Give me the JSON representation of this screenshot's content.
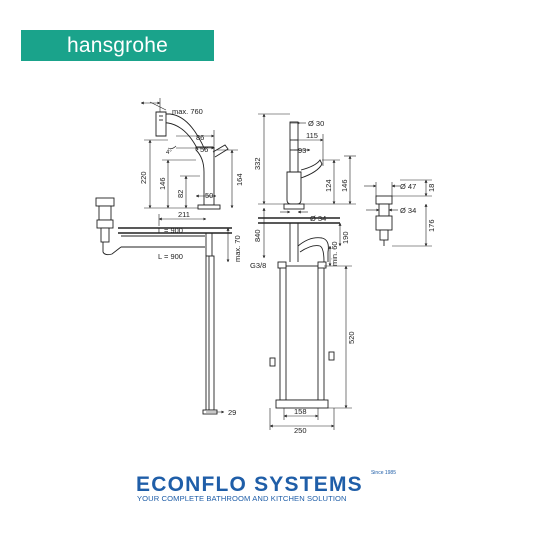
{
  "header": {
    "logo_text": "hansgrohe",
    "logo_color": "#1aa38b"
  },
  "left_view": {
    "dim_max_reach": "max. 760",
    "dim_86": "86",
    "dim_56": "56",
    "dim_220": "220",
    "dim_146": "146",
    "dim_82": "82",
    "dim_164": "164",
    "dim_50": "50",
    "dim_211": "211",
    "dim_max70": "max. 70",
    "hose_length_1": "L = 900",
    "hose_length_2": "L = 900",
    "dim_29": "29",
    "angle_mark": "4°"
  },
  "center_view": {
    "dim_dia30": "Ø 30",
    "dim_115": "115",
    "dim_93": "93",
    "dim_332": "332",
    "dim_124": "124",
    "dim_146": "146",
    "dim_dia34": "Ø 34",
    "dim_840": "840",
    "dim_190": "190",
    "dim_min60": "min. 60",
    "thread": "G3/8",
    "dim_520": "520",
    "dim_158": "158",
    "dim_250": "250"
  },
  "right_view": {
    "dim_dia47": "Ø 47",
    "dim_18": "18",
    "dim_dia34": "Ø 34",
    "dim_176": "176"
  },
  "footer": {
    "brand_name": "ECONFLO SYSTEMS",
    "since": "Since 1985",
    "tagline": "YOUR COMPLETE BATHROOM AND KITCHEN SOLUTION",
    "brand_color": "#1f5ea8"
  }
}
